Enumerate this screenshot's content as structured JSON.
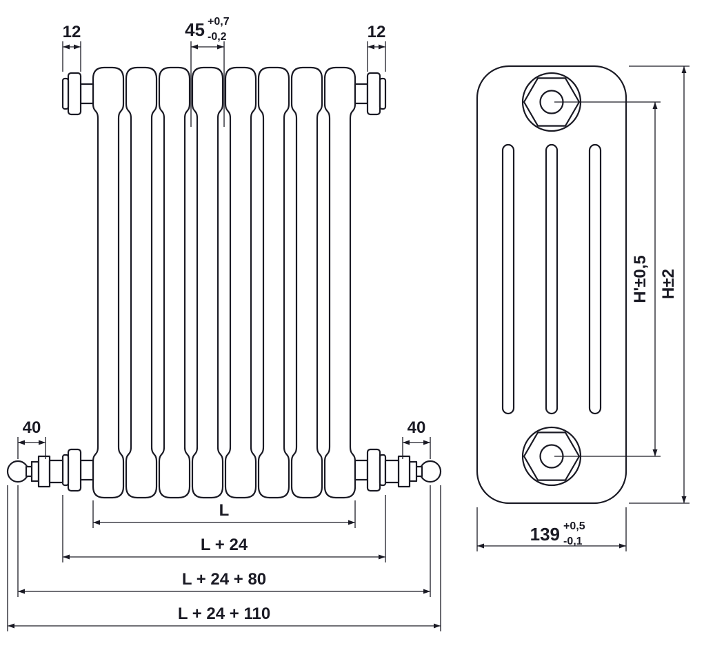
{
  "drawing": {
    "type": "technical-drawing",
    "subject": "tubular column radiator - front view and side view with dimensions",
    "line_color": "#1a1a24",
    "background": "#ffffff",
    "front_view": {
      "sections_visible": 8,
      "dims": {
        "plug_left": "12",
        "plug_right": "12",
        "pitch": "45",
        "pitch_tol_plus": "+0,7",
        "pitch_tol_minus": "-0,2",
        "tail_left": "40",
        "tail_right": "40",
        "chain": [
          "L",
          "L + 24",
          "L + 24 + 80",
          "L + 24 + 110"
        ]
      }
    },
    "side_view": {
      "columns": 4,
      "dims": {
        "height_centers": "H'±0,5",
        "height_overall": "H±2",
        "depth": "139",
        "depth_tol_plus": "+0,5",
        "depth_tol_minus": "-0,1"
      }
    }
  }
}
